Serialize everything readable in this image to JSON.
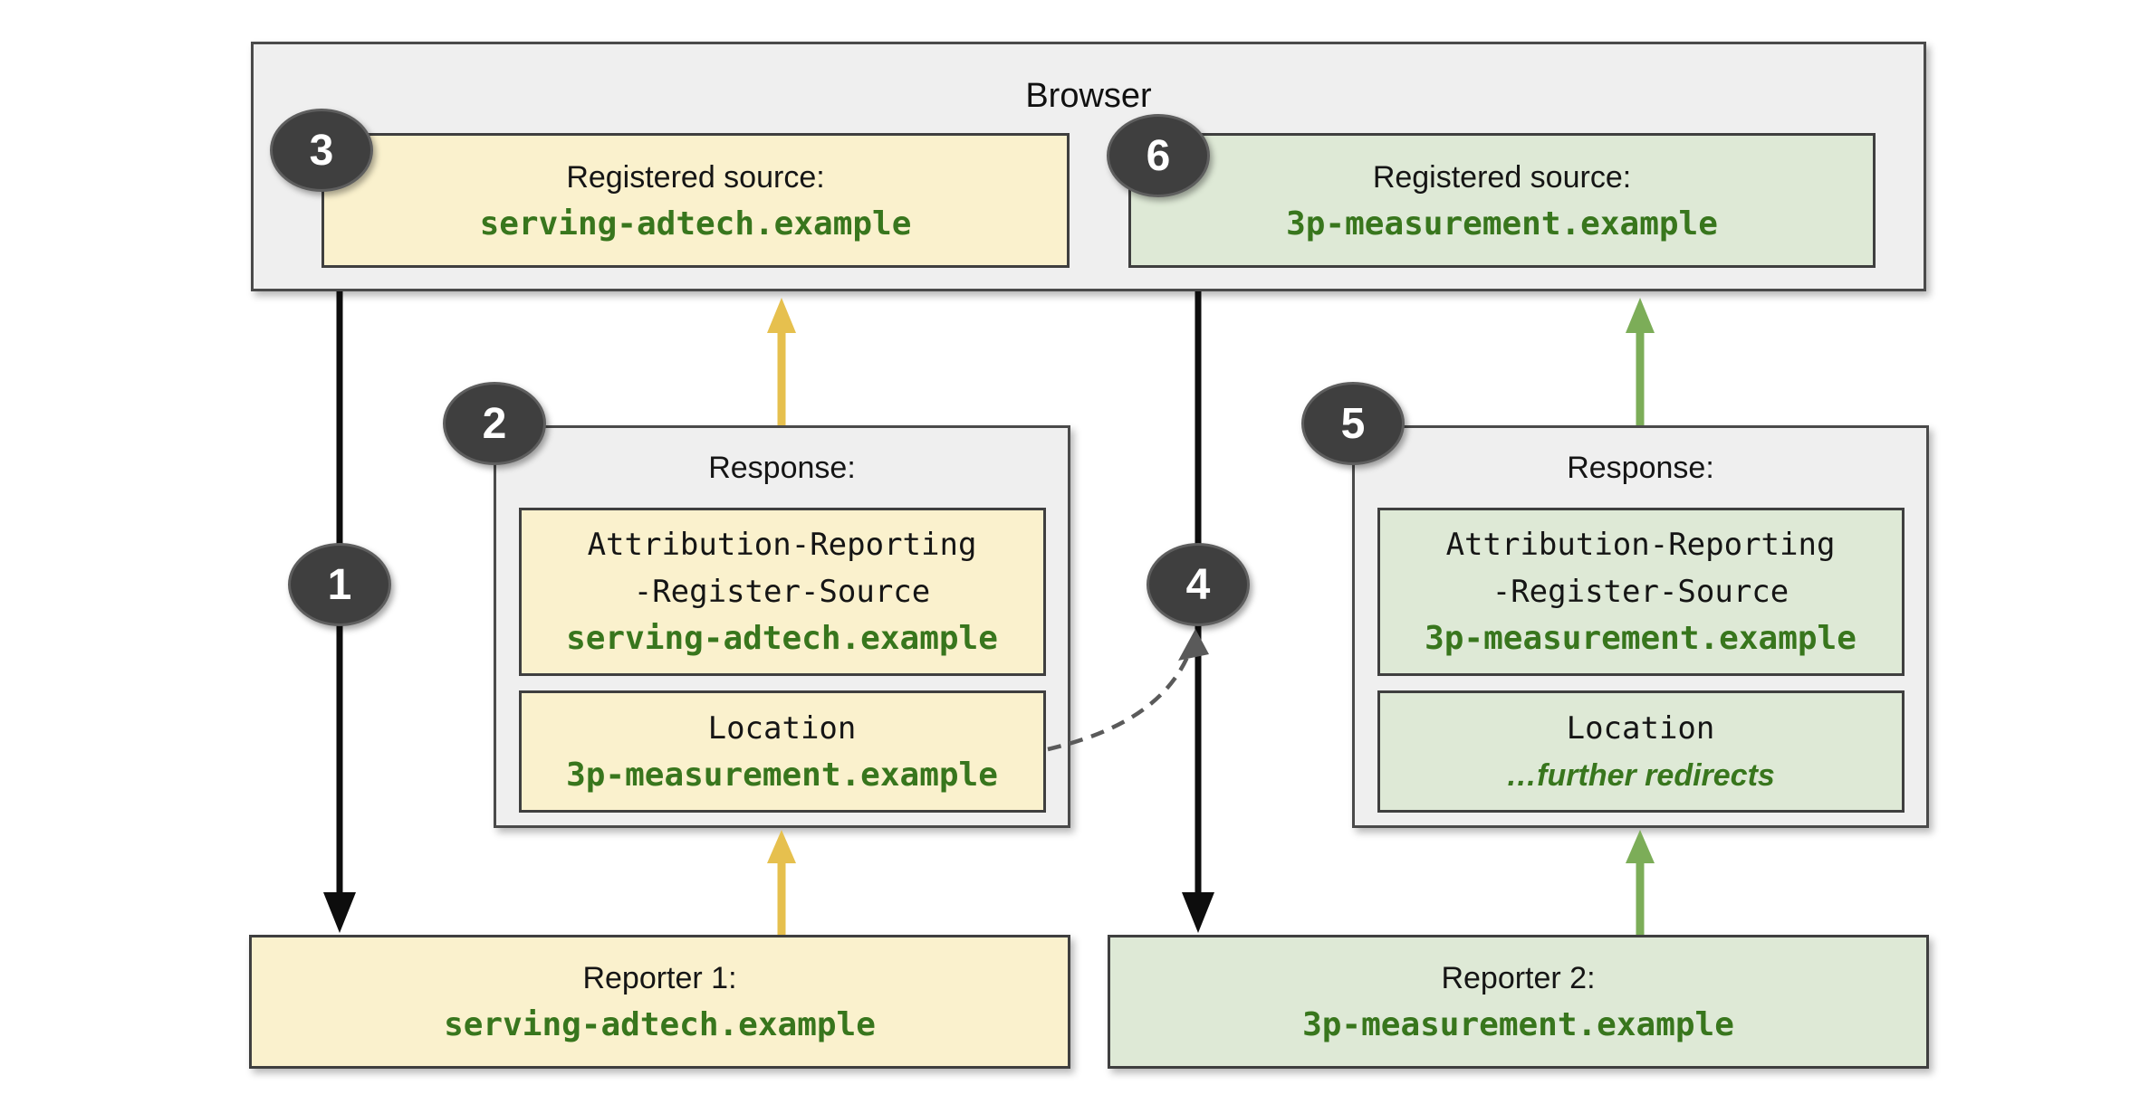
{
  "browser": {
    "title": "Browser"
  },
  "registered_sources": [
    {
      "label": "Registered source:",
      "domain": "serving-adtech.example",
      "theme": "yellow"
    },
    {
      "label": "Registered source:",
      "domain": "3p-measurement.example",
      "theme": "green"
    }
  ],
  "responses": [
    {
      "title": "Response:",
      "header_line1": "Attribution-Reporting",
      "header_line2": "-Register-Source",
      "header_domain": "serving-adtech.example",
      "location_label": "Location",
      "location_value": "3p-measurement.example",
      "theme": "yellow"
    },
    {
      "title": "Response:",
      "header_line1": "Attribution-Reporting",
      "header_line2": "-Register-Source",
      "header_domain": "3p-measurement.example",
      "location_label": "Location",
      "location_value": "…further redirects",
      "theme": "green"
    }
  ],
  "reporters": [
    {
      "label": "Reporter 1:",
      "domain": "serving-adtech.example",
      "theme": "yellow"
    },
    {
      "label": "Reporter 2:",
      "domain": "3p-measurement.example",
      "theme": "green"
    }
  ],
  "steps": [
    "1",
    "2",
    "3",
    "4",
    "5",
    "6"
  ],
  "colors": {
    "yellow_fill": "#faf1cd",
    "green_fill": "#dee9d6",
    "yellow_arrow": "#e6c04e",
    "green_arrow": "#7cad58",
    "green_text": "#38761d",
    "panel_gray": "#efefef",
    "dark_border": "#3f3f3f",
    "black_arrow": "#0d0d0d",
    "dashed_gray": "#5a5a5a",
    "circle_fill": "#3f3f3f"
  }
}
